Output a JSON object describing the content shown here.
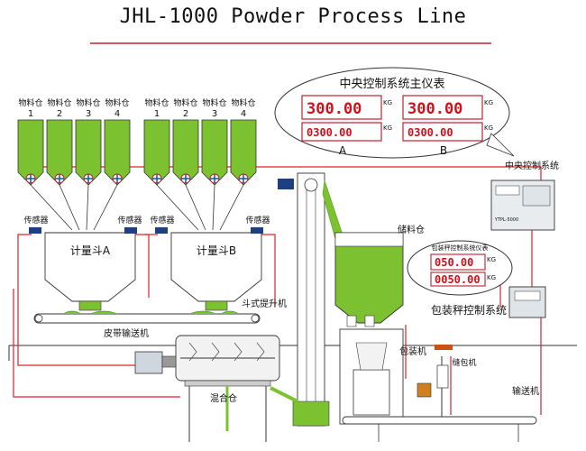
{
  "title": "JHL-1000 Powder Process Line",
  "silo_label": "物料仓",
  "silo_numbers": [
    "1",
    "2",
    "3",
    "4",
    "1",
    "2",
    "3",
    "4"
  ],
  "sensor_label": "传感器",
  "hopper_a": "计量斗A",
  "hopper_b": "计量斗B",
  "main_panel": {
    "title": "中央控制系统主仪表",
    "unit": "KG",
    "a_top": "300.00",
    "a_bottom": "0300.00",
    "b_top": "300.00",
    "b_bottom": "0300.00",
    "label_a": "A",
    "label_b": "B"
  },
  "central_control": "中央控制系统",
  "cabinet_brand": "YTPL-5000",
  "storage_bin": "储料仓",
  "packing_panel": {
    "title": "包装秤控制系统仪表",
    "unit": "KG",
    "top": "050.00",
    "bottom": "0050.00"
  },
  "packing_control": "包装秤控制系统",
  "bucket_elevator": "斗式提升机",
  "belt_conveyor": "皮带输送机",
  "mixer": "混合仓",
  "packing_machine": "包装机",
  "bag_sewer": "缝包机",
  "conveyor": "输送机",
  "colors": {
    "powder": "#7cc230",
    "line_red": "#e0202a",
    "outline": "#333333",
    "digit": "#d0101a"
  }
}
